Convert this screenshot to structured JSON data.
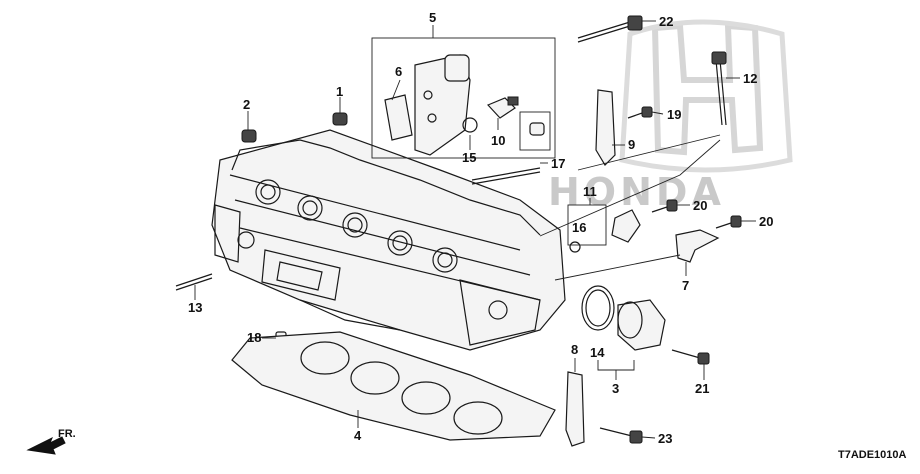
{
  "diagram": {
    "code": "T7ADE1010A",
    "direction_label": "FR.",
    "brand_watermark": "HONDA",
    "callouts": [
      {
        "id": "1",
        "label": "1"
      },
      {
        "id": "2",
        "label": "2"
      },
      {
        "id": "3",
        "label": "3"
      },
      {
        "id": "4",
        "label": "4"
      },
      {
        "id": "5",
        "label": "5"
      },
      {
        "id": "6",
        "label": "6"
      },
      {
        "id": "7",
        "label": "7"
      },
      {
        "id": "8",
        "label": "8"
      },
      {
        "id": "9",
        "label": "9"
      },
      {
        "id": "10",
        "label": "10"
      },
      {
        "id": "11",
        "label": "11"
      },
      {
        "id": "12",
        "label": "12"
      },
      {
        "id": "13",
        "label": "13"
      },
      {
        "id": "14",
        "label": "14"
      },
      {
        "id": "15",
        "label": "15"
      },
      {
        "id": "16",
        "label": "16"
      },
      {
        "id": "17",
        "label": "17"
      },
      {
        "id": "18",
        "label": "18"
      },
      {
        "id": "19",
        "label": "19"
      },
      {
        "id": "20a",
        "label": "20"
      },
      {
        "id": "20b",
        "label": "20"
      },
      {
        "id": "21",
        "label": "21"
      },
      {
        "id": "22",
        "label": "22"
      },
      {
        "id": "23",
        "label": "23"
      }
    ]
  }
}
